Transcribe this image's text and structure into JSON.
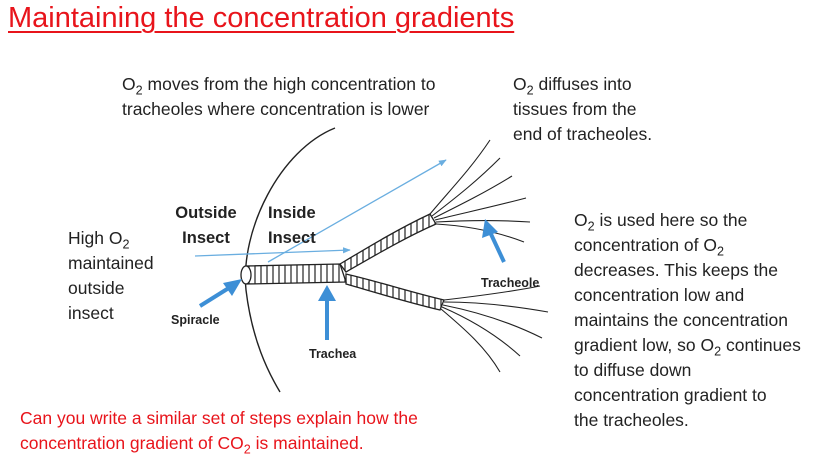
{
  "title": "Maintaining the concentration gradients",
  "o2": {
    "symbol": "O",
    "sub": "2"
  },
  "co2": {
    "symbol": "CO",
    "sub": "2"
  },
  "top_note": {
    "line1_after_o2": " moves from the high concentration to",
    "line2": "tracheoles where concentration is lower"
  },
  "right_top_note": {
    "line1_after_o2": " diffuses into",
    "line2": "tissues from the",
    "line3": "end of tracheoles."
  },
  "left_note": {
    "line1_before_o2": "High ",
    "line2": "maintained",
    "line3": "outside",
    "line4": "insect"
  },
  "outside_label": {
    "line1": "Outside",
    "line2": "Insect"
  },
  "inside_label": {
    "line1": "Inside",
    "line2": "Insect"
  },
  "labels": {
    "spiracle": "Spiracle",
    "trachea": "Trachea",
    "tracheole": "Tracheole"
  },
  "right_note": {
    "line1_after_o2": " is used here so the",
    "line2_before_o2": "concentration of ",
    "line3": "decreases. This keeps the",
    "line4": "concentration low and",
    "line5": "maintains the concentration",
    "line6_before_o2": "gradient low, so ",
    "line6_after_o2": " continues",
    "line7": "to diffuse down",
    "line8": "concentration gradient to",
    "line9": "the tracheoles."
  },
  "question": {
    "line1": "Can you write a similar set of steps explain how the",
    "line2_before_co2": "concentration gradient of ",
    "line2_after_co2": " is maintained."
  },
  "colors": {
    "title": "#e8141b",
    "question": "#e8141b",
    "arrow": "#3d8fd6",
    "diffusion_arrow": "#6aaee0",
    "line": "#222222"
  }
}
